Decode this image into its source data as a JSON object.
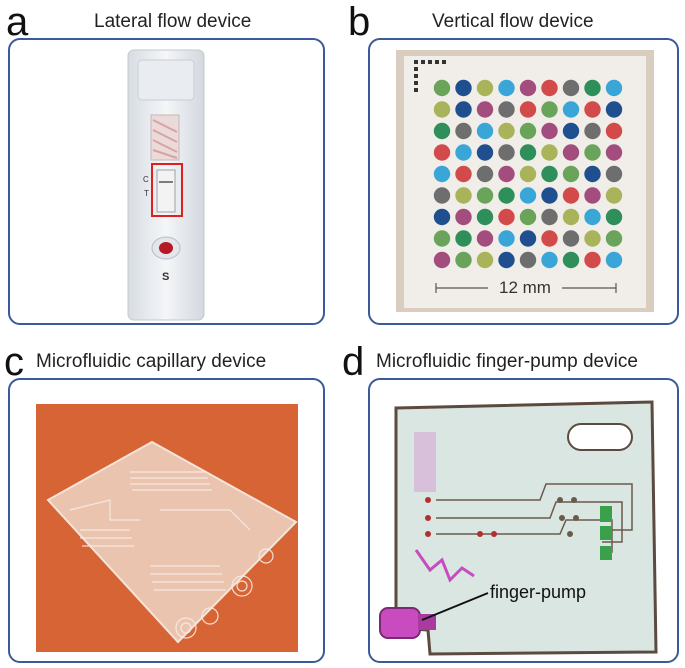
{
  "panels": [
    {
      "letter": "a",
      "title": "Lateral flow device",
      "annotation": "S"
    },
    {
      "letter": "b",
      "title": "Vertical flow device",
      "annotation": "12 mm"
    },
    {
      "letter": "c",
      "title": "Microfluidic capillary device"
    },
    {
      "letter": "d",
      "title": "Microfluidic finger-pump device",
      "annotation": "finger-pump"
    }
  ],
  "colors": {
    "frame": "#3a5a9a",
    "dots": [
      "#6aa35a",
      "#1f4f8f",
      "#a8b35a",
      "#3aa6d8",
      "#a24d7e",
      "#d24a4a",
      "#6e6e6e",
      "#2f8f5a"
    ],
    "pink": "#c84cc0",
    "green": "#3aa04a"
  }
}
